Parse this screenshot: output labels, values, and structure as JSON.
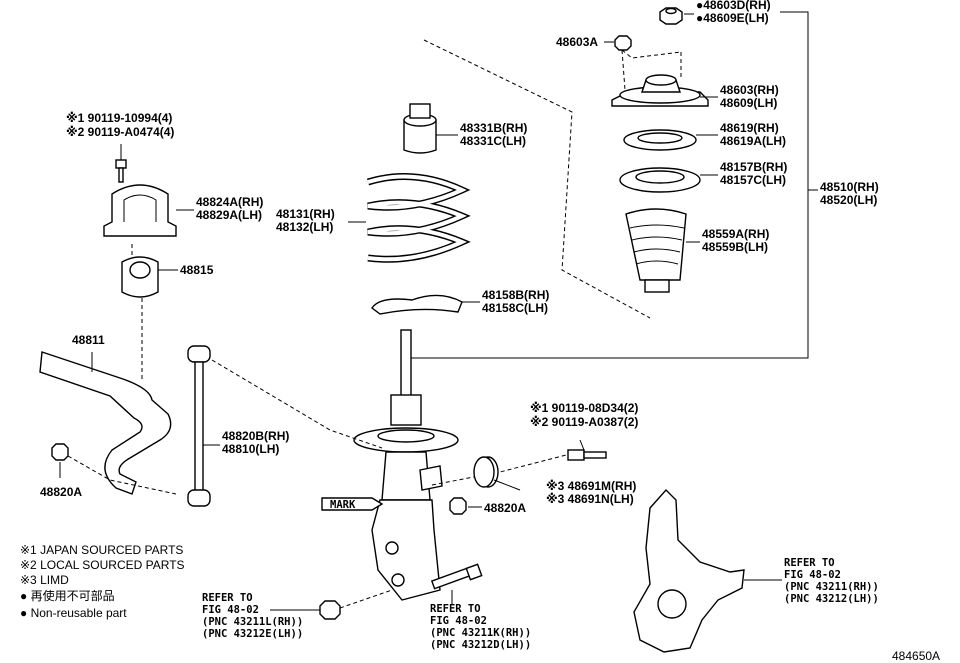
{
  "labels": {
    "nut_top": [
      "●48603D(RH)",
      "●48609E(LH)"
    ],
    "nut_small": "48603A",
    "mount": [
      "48603(RH)",
      "48609(LH)"
    ],
    "bearing": [
      "48619(RH)",
      "48619A(LH)"
    ],
    "seat": [
      "48157B(RH)",
      "48157C(LH)"
    ],
    "boot": [
      "48559A(RH)",
      "48559B(LH)"
    ],
    "assembly": [
      "48510(RH)",
      "48520(LH)"
    ],
    "bumper": [
      "48331B(RH)",
      "48331C(LH)"
    ],
    "spring": [
      "48131(RH)",
      "48132(LH)"
    ],
    "insulator": [
      "48158B(RH)",
      "48158C(LH)"
    ],
    "bolt_top": [
      "※1 90119-10994(4)",
      "※2 90119-A0474(4)"
    ],
    "bracket": [
      "48824A(RH)",
      "48829A(LH)"
    ],
    "bushing": "48815",
    "stabilizer": "48811",
    "link": [
      "48820B(RH)",
      "48810(LH)"
    ],
    "nut_left": "48820A",
    "nut_mid": "48820A",
    "bolt_right": [
      "※1 90119-08D34(2)",
      "※2 90119-A0387(2)"
    ],
    "cam": [
      "※3 48691M(RH)",
      "※3 48691N(LH)"
    ],
    "mark": "MARK",
    "refer_left": [
      "REFER TO",
      "FIG 48-02",
      "(PNC 43211L(RH))",
      "(PNC 43212E(LH))"
    ],
    "refer_mid": [
      "REFER TO",
      "FIG 48-02",
      "(PNC 43211K(RH))",
      "(PNC 43212D(LH))"
    ],
    "refer_right": [
      "REFER TO",
      "FIG 48-02",
      "(PNC 43211(RH))",
      "(PNC 43212(LH))"
    ],
    "figure_id": "484650A"
  },
  "notes": [
    "※1 JAPAN SOURCED PARTS",
    "※2 LOCAL SOURCED PARTS",
    "※3 LIMD",
    "● 再使用不可部品",
    "● Non-reusable part"
  ]
}
